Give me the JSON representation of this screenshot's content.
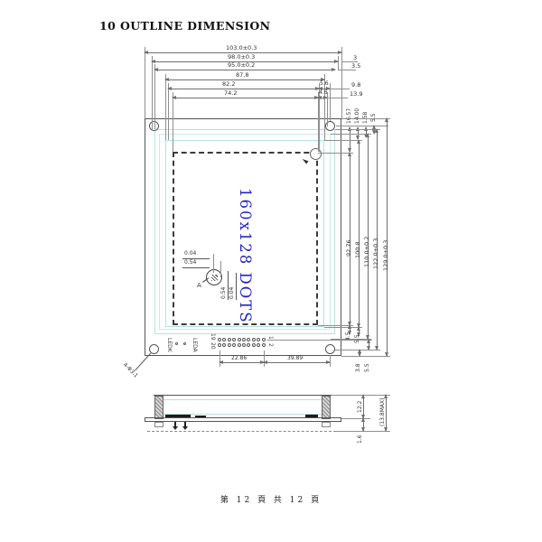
{
  "header": {
    "title": "10  OUTLINE DIMENSION"
  },
  "footer": {
    "text": "第 12 頁 共 12 頁"
  },
  "front": {
    "active_label": "160x128  DOTS",
    "hole_label": "4-Φ3.1",
    "detail_letter": "A",
    "pins": {
      "p1": "1",
      "p2": "2",
      "p19": "19",
      "p20": "20"
    },
    "led": {
      "k": "LEDK",
      "a": "LEDA"
    }
  },
  "dims": {
    "top": [
      {
        "label": "103.0±0.3"
      },
      {
        "label": "98.0±0.3"
      },
      {
        "label": "95.0±0.2"
      },
      {
        "label": "87.8"
      },
      {
        "label": "82.2",
        "chain": "5.6"
      },
      {
        "label": "74.2",
        "chain": "4.6"
      }
    ],
    "top_right": [
      "3",
      "3.5",
      "9.8",
      "13.9"
    ],
    "top_right_mini": [
      "16.57",
      "14.00",
      "1.58",
      "5.5"
    ],
    "right": [
      {
        "label": "92.76",
        "chain": "4.5"
      },
      {
        "label": "100.8",
        "chain": "5.5"
      },
      {
        "label": "110.0±0.2"
      },
      {
        "label": "122.0±0.3"
      },
      {
        "label": "129.0±0.3"
      }
    ],
    "bottom": [
      "22.86",
      "39.89"
    ],
    "bottom_right": [
      "3.8",
      "5.5"
    ],
    "detail": {
      "h_top": "0.04",
      "h_bot": "0.54",
      "v_left": "0.54",
      "v_right": "0.04"
    },
    "side": {
      "height": "12.2",
      "max": "(13.8MAX)",
      "pcb": "1.6"
    }
  }
}
